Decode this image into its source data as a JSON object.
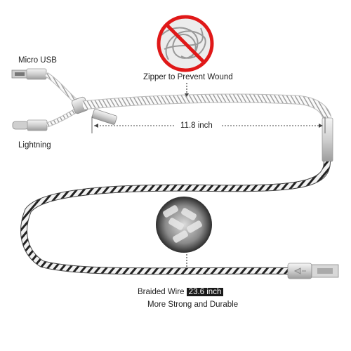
{
  "labels": {
    "micro_usb": "Micro USB",
    "lightning": "Lightning",
    "zipper_caption": "Zipper to Prevent Wound",
    "zipper_length": "11.8 inch",
    "braided_caption": "Braided Wire",
    "braided_length": "23.6 inch",
    "braided_subcaption": "More Strong and Durable"
  },
  "icons": {
    "tangle_icon": "prohibited-tangled-cable",
    "braid_icon": "braided-weave-closeup"
  }
}
